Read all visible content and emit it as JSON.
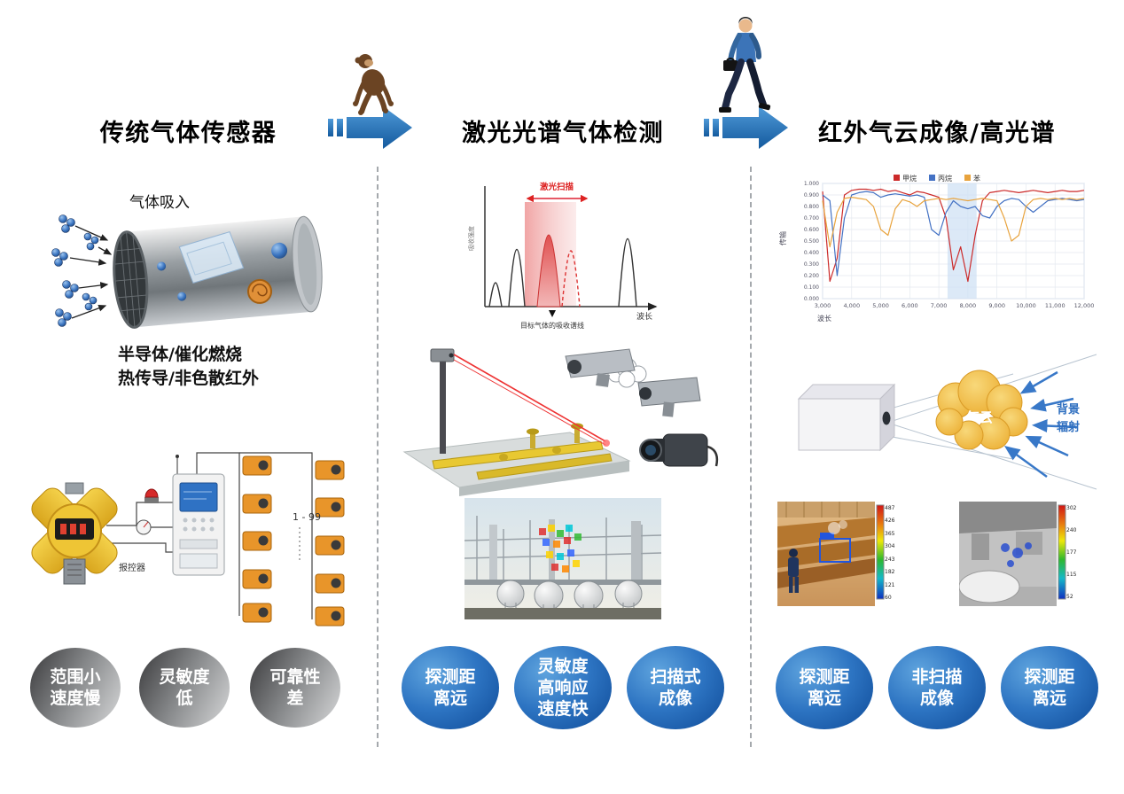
{
  "header": {
    "title_left": "传统气体传感器",
    "title_mid": "激光光谱气体检测",
    "title_right": "红外气云成像/高光谱"
  },
  "col1": {
    "gas_in_label": "气体吸入",
    "tech_line1": "半导体/催化燃烧",
    "tech_line2": "热传导/非色散红外",
    "network_count": "1 - 99",
    "controller_label": "报控器",
    "badges": [
      {
        "lines": [
          "范围小",
          "速度慢"
        ]
      },
      {
        "lines": [
          "灵敏度",
          "低"
        ]
      },
      {
        "lines": [
          "可靠性",
          "差"
        ]
      }
    ]
  },
  "col2": {
    "badges": [
      {
        "lines": [
          "探测距",
          "离远"
        ]
      },
      {
        "lines": [
          "灵敏度",
          "高响应",
          "速度快"
        ]
      },
      {
        "lines": [
          "扫描式",
          "成像"
        ]
      }
    ]
  },
  "col3": {
    "cloud_label": "气云",
    "radiation_line1": "背景",
    "radiation_line2": "辐射",
    "thermal_left_scale": [
      "487",
      "426",
      "365",
      "304",
      "243",
      "182",
      "121",
      "60"
    ],
    "thermal_right_scale": [
      "302",
      "240",
      "177",
      "115",
      "52"
    ],
    "badges": [
      {
        "lines": [
          "探测距",
          "离远"
        ]
      },
      {
        "lines": [
          "非扫描",
          "成像"
        ]
      },
      {
        "lines": [
          "探测距",
          "离远"
        ]
      }
    ]
  },
  "chart_data": [
    {
      "id": "transmission",
      "type": "line",
      "title": "",
      "xlabel": "波长",
      "ylabel": "传输",
      "xlim": [
        3000,
        12000
      ],
      "ylim": [
        0,
        1
      ],
      "grid": true,
      "legend_position": "top",
      "band": [
        7300,
        8300
      ],
      "x_ticks": [
        {
          "v": 3000,
          "label": "3,000"
        },
        {
          "v": 4000,
          "label": "4,000"
        },
        {
          "v": 5000,
          "label": "5,000"
        },
        {
          "v": 6000,
          "label": "6,000"
        },
        {
          "v": 7000,
          "label": "7,000"
        },
        {
          "v": 8000,
          "label": "8,000"
        },
        {
          "v": 9000,
          "label": "9,000"
        },
        {
          "v": 10000,
          "label": "10,000"
        },
        {
          "v": 11000,
          "label": "11,000"
        },
        {
          "v": 12000,
          "label": "12,000"
        }
      ],
      "y_ticks": [
        {
          "v": 0,
          "label": "0.000"
        },
        {
          "v": 0.1,
          "label": "0.100"
        },
        {
          "v": 0.2,
          "label": "0.200"
        },
        {
          "v": 0.3,
          "label": "0.300"
        },
        {
          "v": 0.4,
          "label": "0.400"
        },
        {
          "v": 0.5,
          "label": "0.500"
        },
        {
          "v": 0.6,
          "label": "0.600"
        },
        {
          "v": 0.7,
          "label": "0.700"
        },
        {
          "v": 0.8,
          "label": "0.800"
        },
        {
          "v": 0.9,
          "label": "0.900"
        },
        {
          "v": 1,
          "label": "1.000"
        }
      ],
      "x": [
        3000,
        3250,
        3500,
        3750,
        4000,
        4250,
        4500,
        4750,
        5000,
        5250,
        5500,
        5750,
        6000,
        6250,
        6500,
        6750,
        7000,
        7250,
        7500,
        7750,
        8000,
        8250,
        8500,
        8750,
        9000,
        9250,
        9500,
        9750,
        10000,
        10250,
        10500,
        10750,
        11000,
        11250,
        11500,
        11750,
        12000
      ],
      "series": [
        {
          "name": "甲烷",
          "color": "#cc2a2a",
          "values": [
            0.93,
            0.15,
            0.35,
            0.9,
            0.94,
            0.95,
            0.95,
            0.94,
            0.95,
            0.93,
            0.94,
            0.92,
            0.9,
            0.93,
            0.92,
            0.9,
            0.88,
            0.7,
            0.25,
            0.45,
            0.15,
            0.55,
            0.85,
            0.92,
            0.93,
            0.94,
            0.93,
            0.92,
            0.93,
            0.94,
            0.93,
            0.92,
            0.93,
            0.94,
            0.93,
            0.93,
            0.94
          ]
        },
        {
          "name": "丙烷",
          "color": "#4472c4",
          "values": [
            0.9,
            0.85,
            0.2,
            0.7,
            0.9,
            0.92,
            0.93,
            0.92,
            0.88,
            0.9,
            0.91,
            0.9,
            0.89,
            0.9,
            0.88,
            0.6,
            0.55,
            0.75,
            0.85,
            0.8,
            0.78,
            0.8,
            0.72,
            0.7,
            0.8,
            0.85,
            0.87,
            0.86,
            0.8,
            0.75,
            0.8,
            0.85,
            0.86,
            0.87,
            0.86,
            0.85,
            0.86
          ]
        },
        {
          "name": "苯",
          "color": "#e8a33d",
          "values": [
            0.85,
            0.45,
            0.75,
            0.87,
            0.88,
            0.87,
            0.86,
            0.8,
            0.6,
            0.55,
            0.78,
            0.86,
            0.84,
            0.8,
            0.85,
            0.86,
            0.87,
            0.86,
            0.87,
            0.86,
            0.85,
            0.86,
            0.87,
            0.86,
            0.85,
            0.7,
            0.5,
            0.55,
            0.8,
            0.86,
            0.87,
            0.86,
            0.87,
            0.86,
            0.87,
            0.86,
            0.87
          ]
        }
      ]
    },
    {
      "id": "laser",
      "type": "line",
      "scan_label": "激光扫描",
      "target_label": "目标气体的吸收谱线",
      "xlabel": "波长",
      "ylabel": "吸收强度"
    }
  ]
}
